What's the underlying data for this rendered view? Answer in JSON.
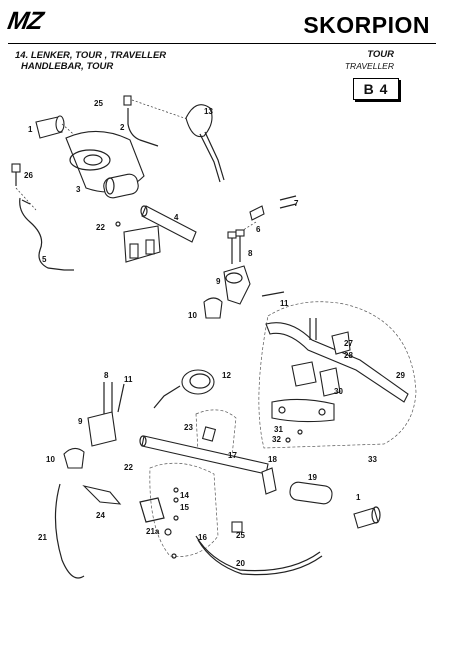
{
  "header": {
    "brand": "MZ",
    "model": "SKORPION",
    "title_line1": "14. LENKER, TOUR , TRAVELLER",
    "title_line2": "HANDLEBAR, TOUR",
    "variant_line1": "TOUR",
    "variant_line2": "TRAVELLER",
    "page_code": "B 4"
  },
  "callouts": [
    "25",
    "13",
    "2",
    "1",
    "3",
    "26",
    "4",
    "7",
    "6",
    "22",
    "8",
    "5",
    "9",
    "10",
    "11",
    "27",
    "28",
    "29",
    "30",
    "12",
    "8",
    "11",
    "31",
    "32",
    "33",
    "9",
    "23",
    "10",
    "17",
    "18",
    "19",
    "22",
    "14",
    "15",
    "1",
    "24",
    "21a",
    "16",
    "25",
    "21",
    "20"
  ]
}
